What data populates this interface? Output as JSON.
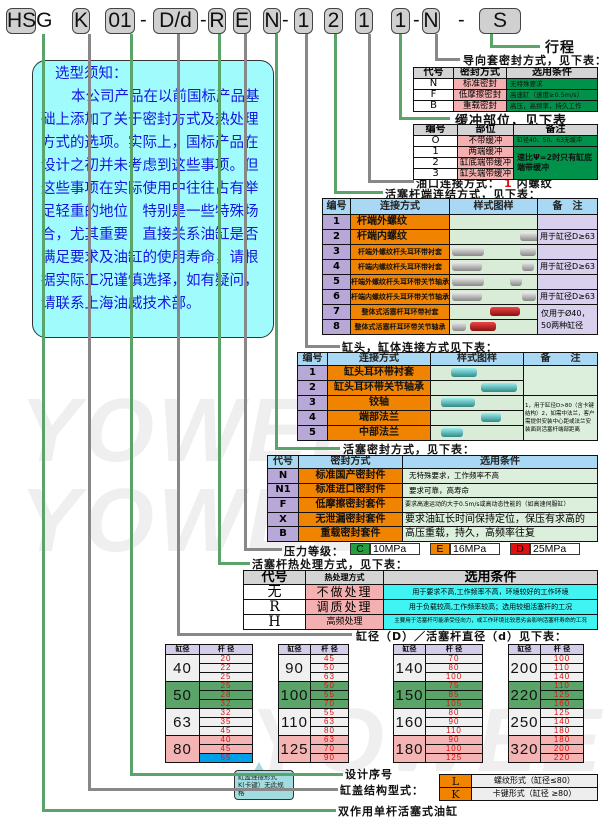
{
  "watermark": "YOWEE",
  "model_code": [
    "HSG",
    "K",
    "01",
    "-",
    "D/d",
    "-",
    "R",
    "E",
    "N",
    "-",
    "1",
    "2",
    "1",
    "1",
    "-",
    "N",
    "-",
    "S"
  ],
  "notice": {
    "title": "选型须知：",
    "body": "本公司产品在以前国标产品基础上添加了关于密封方式及热处理方式的选项。实际上，国标产品在设计之初并未考虑到这些事项。但这些事项在实际使用中往往占有举足轻重的地位，特别是一些特殊场合，尤其重要，直接关系油缸是否满足要求及油缸的使用寿命，请根据实际工况谨慎选择，如有疑问，请联系上海油威技术部。"
  },
  "labels": {
    "stroke": "行程",
    "guide_seal": "导向套密封方式，见下表：",
    "cushion": "缓冲部位，见下表",
    "port_prefix": "油口连接方式：",
    "port_code": "1",
    "port_text": "内螺纹",
    "rod_end": "活塞杆端连结方式，见下表：",
    "head_mount": "缸头，缸体连接方式见下表：",
    "piston_seal": "活塞密封方式，见下表：",
    "pressure": "压力等级：",
    "heat": "活塞杆热处理方式，见下表：",
    "bore_rod": "缸径（D）／活塞杆直径（d）见下表：",
    "design_no": "设计序号",
    "cover": "缸盖结构型式：",
    "type": "双作用单杆活塞式油缸"
  },
  "guide_seal": {
    "header": [
      "代号",
      "密封方式",
      "选用条件"
    ],
    "rows": [
      {
        "code": "N",
        "name": "标准密封",
        "cond": "无特殊要求"
      },
      {
        "code": "F",
        "name": "低摩擦密封",
        "cond": "高速缸（速度≥0.5m/s）"
      },
      {
        "code": "B",
        "name": "重载密封",
        "cond": "高压，高频率，持久工作"
      }
    ]
  },
  "cushion": {
    "header": [
      "编号",
      "部位",
      "备注"
    ],
    "rows": [
      {
        "code": "O",
        "name": "不带缓冲"
      },
      {
        "code": "1",
        "name": "两端缓冲"
      },
      {
        "code": "2",
        "name": "缸底端带缓冲"
      },
      {
        "code": "3",
        "name": "缸头端带缓冲"
      }
    ],
    "remark_1": "缸径40、50、63无缓冲",
    "remark_2": "速比Ψ=2时只有缸底端带缓冲"
  },
  "rod_end": {
    "header": [
      "编号",
      "连接方式",
      "样式图样",
      "备　注"
    ],
    "rows": [
      {
        "code": "1",
        "name": "杆端外螺纹"
      },
      {
        "code": "2",
        "name": "杆端内螺纹",
        "remark": "用于缸径D≥63"
      },
      {
        "code": "3",
        "name": "杆端外螺纹杆头耳环带衬套"
      },
      {
        "code": "4",
        "name": "杆端内螺纹杆头耳环带衬套",
        "remark": "用于缸径D≥63"
      },
      {
        "code": "5",
        "name": "杆端外螺纹杆头耳环带关节轴承"
      },
      {
        "code": "6",
        "name": "杆端内螺纹杆头耳环带关节轴承",
        "remark": "用于缸径D≥63"
      },
      {
        "code": "7",
        "name": "整体式活塞杆耳环带衬套"
      },
      {
        "code": "8",
        "name": "整体式活塞杆耳环带关节轴承"
      }
    ],
    "remark_78": "仅用于Ø40，50两种缸径"
  },
  "head_mount": {
    "header": [
      "编号",
      "连接方式",
      "样式图样",
      "备　　注"
    ],
    "rows": [
      {
        "code": "1",
        "name": "缸头耳环带衬套"
      },
      {
        "code": "2",
        "name": "缸头耳环带关节轴承"
      },
      {
        "code": "3",
        "name": "铰轴"
      },
      {
        "code": "4",
        "name": "端部法兰"
      },
      {
        "code": "5",
        "name": "中部法兰"
      }
    ],
    "remark": "1，用于缸径D>80（含卡键结构）2，如需中法兰，客户需提供安装中心距或法兰安装面到活塞杆端部距离"
  },
  "piston_seal": {
    "header": [
      "代号",
      "密封方式",
      "选用条件"
    ],
    "rows": [
      {
        "code": "N",
        "name": "标准国产密封件",
        "cond": "无特殊要求，工作频率不高"
      },
      {
        "code": "N1",
        "name": "标准进口密封件",
        "cond": "要求可靠，高寿命"
      },
      {
        "code": "F",
        "name": "低摩擦密封套件",
        "cond": "要求高速运动的大于0.5m/s或高动态性能的（如高速伺服缸）"
      },
      {
        "code": "X",
        "name": "无泄漏密封套件",
        "cond": "要求油缸长时间保持定位，保压有求高的"
      },
      {
        "code": "B",
        "name": "重载密封套件",
        "cond": "高压重载，持久，高频率往复"
      }
    ]
  },
  "pressure": [
    {
      "code": "C",
      "value": "10MPa",
      "color": "#22a040"
    },
    {
      "code": "E",
      "value": "16MPa",
      "color": "#f08400"
    },
    {
      "code": "D",
      "value": "25MPa",
      "color": "#e01010"
    }
  ],
  "heat": {
    "header": [
      "代号",
      "热处理方式",
      "选用条件"
    ],
    "rows": [
      {
        "code": "无",
        "name": "不做处理",
        "cond": "用于要求不高,工作频率不高，环境较好的工作环境"
      },
      {
        "code": "R",
        "name": "调质处理",
        "cond": "用于负载较高,工作频率较高；选用较细活塞杆的工况"
      },
      {
        "code": "H",
        "name": "高频处理",
        "cond": "主要用于活塞杆可能承受径向力，或工作环境比较恶劣会影响活塞杆寿命的工况"
      }
    ]
  },
  "bore_rod": {
    "header": [
      "缸径",
      "杆 径"
    ],
    "tables": [
      {
        "groups": [
          {
            "bore": "40",
            "rods": [
              "20",
              "22",
              "25"
            ]
          },
          {
            "bore": "50",
            "rods": [
              "25",
              "28",
              "32"
            ]
          },
          {
            "bore": "63",
            "rods": [
              "32",
              "35",
              "45"
            ]
          },
          {
            "bore": "80",
            "rods": [
              "40",
              "45",
              "55"
            ]
          }
        ]
      },
      {
        "groups": [
          {
            "bore": "90",
            "rods": [
              "45",
              "50",
              "63"
            ]
          },
          {
            "bore": "100",
            "rods": [
              "50",
              "55",
              "70"
            ]
          },
          {
            "bore": "110",
            "rods": [
              "55",
              "63",
              "80"
            ]
          },
          {
            "bore": "125",
            "rods": [
              "63",
              "70",
              "90"
            ]
          }
        ]
      },
      {
        "groups": [
          {
            "bore": "140",
            "rods": [
              "70",
              "80",
              "100"
            ]
          },
          {
            "bore": "150",
            "rods": [
              "75",
              "85",
              "105"
            ]
          },
          {
            "bore": "160",
            "rods": [
              "80",
              "90",
              "110"
            ]
          },
          {
            "bore": "180",
            "rods": [
              "90",
              "100",
              "125"
            ]
          }
        ]
      },
      {
        "groups": [
          {
            "bore": "200",
            "rods": [
              "100",
              "110",
              "140"
            ]
          },
          {
            "bore": "220",
            "rods": [
              "110",
              "125",
              "160"
            ]
          },
          {
            "bore": "250",
            "rods": [
              "125",
              "140",
              "180"
            ]
          },
          {
            "bore": "320",
            "rods": [
              "180",
              "200",
              "220"
            ]
          }
        ]
      }
    ]
  },
  "callout": "缸盖连接形式K(卡键）无此规格",
  "cover": {
    "rows": [
      {
        "code": "L",
        "desc": "螺纹形式（缸径≤80）"
      },
      {
        "code": "K",
        "desc": "卡键形式（缸径 ≥80）"
      }
    ]
  }
}
